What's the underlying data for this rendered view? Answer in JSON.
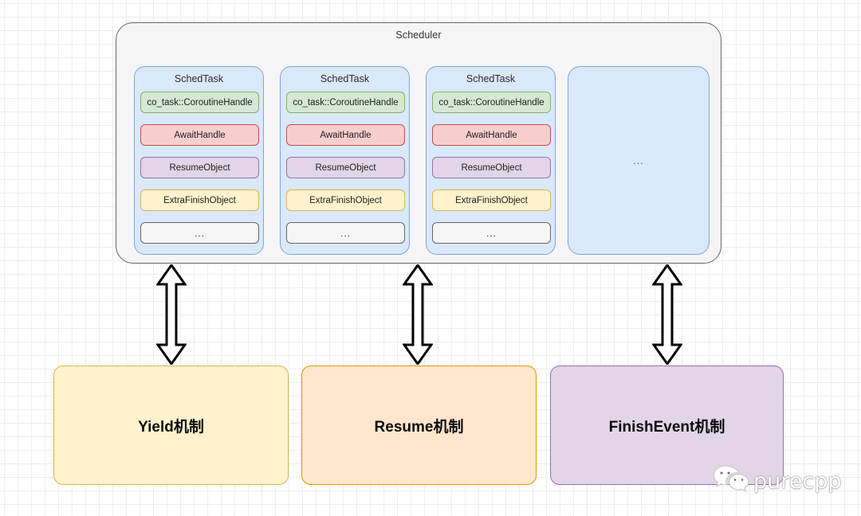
{
  "diagram": {
    "title": "Scheduler",
    "scheduler": {
      "label": "Scheduler",
      "tasks": [
        {
          "title": "SchedTask",
          "slots": [
            {
              "label": "co_task::CoroutineHandle",
              "color": "#d5e8d4",
              "border": "#82b366"
            },
            {
              "label": "AwaitHandle",
              "color": "#f8cecc",
              "border": "#b85450"
            },
            {
              "label": "ResumeObject",
              "color": "#e1d5e7",
              "border": "#9673a6"
            },
            {
              "label": "ExtraFinishObject",
              "color": "#fff2cc",
              "border": "#d6b656"
            },
            {
              "label": "...",
              "color": "#f5f5f5",
              "border": "#666666"
            }
          ]
        },
        {
          "title": "SchedTask",
          "slots": [
            {
              "label": "co_task::CoroutineHandle",
              "color": "#d5e8d4",
              "border": "#82b366"
            },
            {
              "label": "AwaitHandle",
              "color": "#f8cecc",
              "border": "#b85450"
            },
            {
              "label": "ResumeObject",
              "color": "#e1d5e7",
              "border": "#9673a6"
            },
            {
              "label": "ExtraFinishObject",
              "color": "#fff2cc",
              "border": "#d6b656"
            },
            {
              "label": "...",
              "color": "#f5f5f5",
              "border": "#666666"
            }
          ]
        },
        {
          "title": "SchedTask",
          "slots": [
            {
              "label": "co_task::CoroutineHandle",
              "color": "#d5e8d4",
              "border": "#82b366"
            },
            {
              "label": "AwaitHandle",
              "color": "#f8cecc",
              "border": "#b85450"
            },
            {
              "label": "ResumeObject",
              "color": "#e1d5e7",
              "border": "#9673a6"
            },
            {
              "label": "ExtraFinishObject",
              "color": "#fff2cc",
              "border": "#d6b656"
            },
            {
              "label": "...",
              "color": "#f5f5f5",
              "border": "#666666"
            }
          ]
        }
      ],
      "more_tasks_label": "..."
    },
    "connectors": [
      {
        "name": "yield-connector",
        "type": "double-headed-arrow"
      },
      {
        "name": "resume-connector",
        "type": "double-headed-arrow"
      },
      {
        "name": "finishevent-connector",
        "type": "double-headed-arrow"
      }
    ],
    "mechanisms": [
      {
        "label": "Yield机制",
        "color": "#fff2cc",
        "border": "#d6b656"
      },
      {
        "label": "Resume机制",
        "color": "#ffe6cc",
        "border": "#d79b00"
      },
      {
        "label": "FinishEvent机制",
        "color": "#e1d5e7",
        "border": "#9673a6"
      }
    ],
    "watermark": {
      "text": "purecpp",
      "icon": "wechat-icon"
    },
    "colors": {
      "canvas_background": "#ffffff",
      "grid_minor": "#ededed",
      "grid_major": "#d9d9d9",
      "scheduler_fill": "#f5f5f5",
      "scheduler_stroke": "#666666",
      "task_fill": "#dae8fc",
      "task_stroke": "#7ea6e0",
      "arrow_fill": "#ffffff",
      "arrow_stroke": "#000000"
    }
  }
}
